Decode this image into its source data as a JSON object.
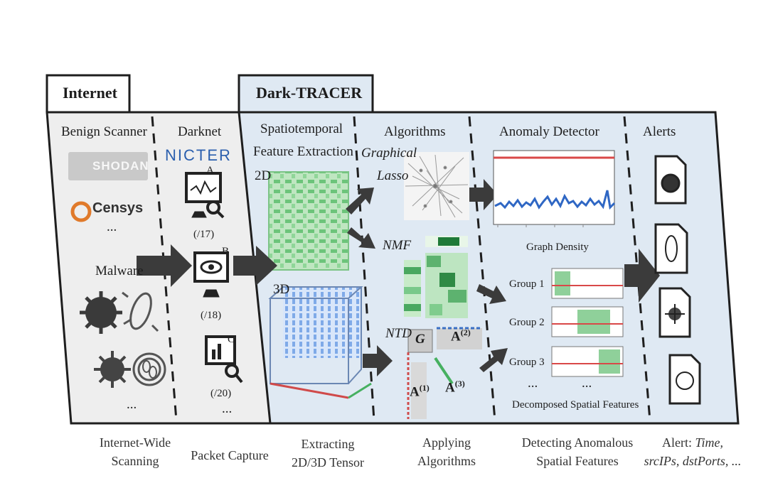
{
  "tabs": {
    "internet": "Internet",
    "dark_tracer": "Dark-TRACER"
  },
  "internet_panel": {
    "benign_scanner": "Benign Scanner",
    "shodan": "SHODAN",
    "censys": "Censys",
    "ellipsis_top": "...",
    "malware": "Malware",
    "ellipsis_bottom": "..."
  },
  "darknet_panel": {
    "title": "Darknet",
    "logo": "NICTER",
    "sensor_a_tag": "A",
    "sensor_a_prefix": "(/17)",
    "sensor_b_tag": "B",
    "sensor_b_prefix": "(/18)",
    "sensor_c_tag": "C",
    "sensor_c_prefix": "(/20)",
    "ellipsis": "..."
  },
  "feature_extraction": {
    "title_line1": "Spatiotemporal",
    "title_line2": "Feature Extraction",
    "label_2d": "2D",
    "label_3d": "3D"
  },
  "algorithms": {
    "title": "Algorithms",
    "graphical_lasso_line1": "Graphical",
    "graphical_lasso_line2": "Lasso",
    "nmf": "NMF",
    "ntd": "NTD",
    "ntd_core": "G",
    "factor_a1": "A(1)",
    "factor_a2": "A(2)",
    "factor_a3": "A(3)"
  },
  "anomaly_detector": {
    "title": "Anomaly Detector",
    "graph_density": "Graph Density",
    "groups": [
      "Group 1",
      "Group 2",
      "Group 3"
    ],
    "ellipsis_left": "...",
    "ellipsis_right": "...",
    "decomposed": "Decomposed Spatial Features"
  },
  "alerts": {
    "title": "Alerts"
  },
  "stages": {
    "scanning": [
      "Internet-Wide",
      "Scanning"
    ],
    "capture": "Packet Capture",
    "extracting": [
      "Extracting",
      "2D/3D Tensor"
    ],
    "applying": [
      "Applying",
      "Algorithms"
    ],
    "detecting": [
      "Detecting Anomalous",
      "Spatial Features"
    ],
    "alert_prefix": "Alert: ",
    "alert_line1_italic": "Time,",
    "alert_line2_italic": "srcIPs, dstPorts, ..."
  },
  "colors": {
    "panel_fill": "#dfe9f3",
    "outline": "#1e1e1e",
    "arrow": "#3b3b3b",
    "green_tensor": "#5fbf6a",
    "blue_tensor": "#3a7bd5",
    "density_line": "#2f67c4",
    "threshold_line": "#d94848",
    "nmf_green": "#2f8a45"
  }
}
